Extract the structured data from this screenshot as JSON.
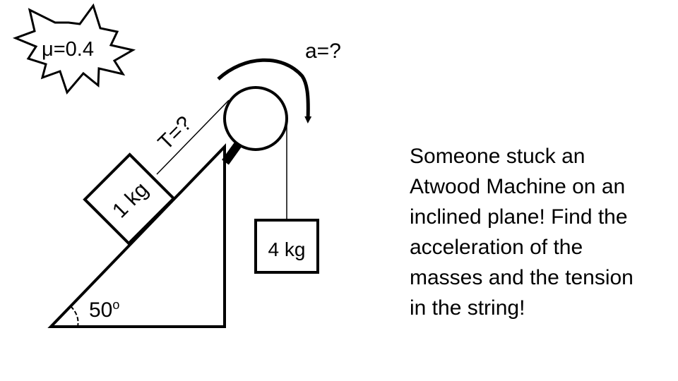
{
  "friction_label": "μ=0.4",
  "acceleration_label": "a=?",
  "tension_label": "T=?",
  "mass1_label": "1 kg",
  "mass2_label": "4 kg",
  "angle_value": "50",
  "angle_unit": "o",
  "description_lines": [
    "Someone stuck an",
    "Atwood Machine on an",
    "inclined plane! Find the",
    "acceleration of the",
    "masses and the tension",
    "in the string!"
  ],
  "colors": {
    "ink": "#000000",
    "background": "#ffffff"
  }
}
